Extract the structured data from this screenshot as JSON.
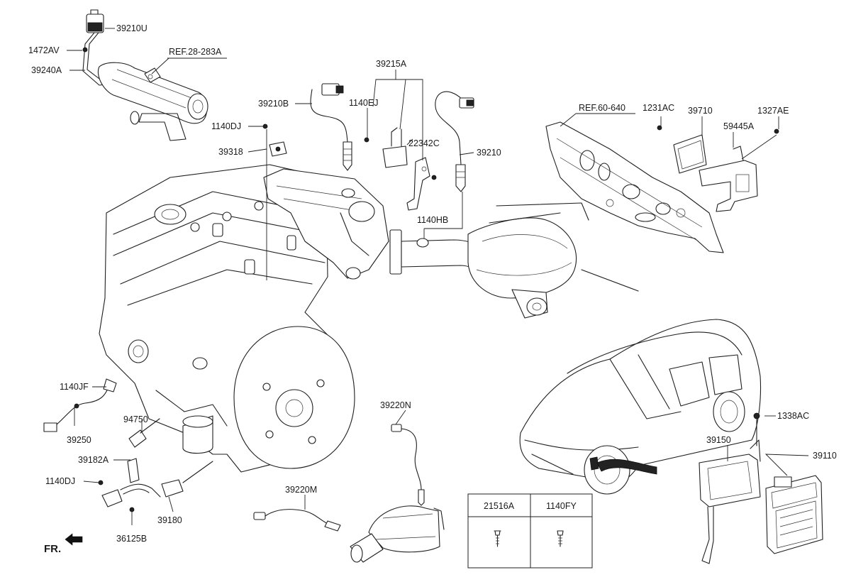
{
  "direction_label": "FR.",
  "part_labels": {
    "p39210U": "39210U",
    "p1472AV": "1472AV",
    "p39240A": "39240A",
    "ref28283A": "REF.28-283A",
    "p39215A": "39215A",
    "p39210B": "39210B",
    "p1140EJ": "1140EJ",
    "p1140DJ_top": "1140DJ",
    "p22342C": "22342C",
    "p39318": "39318",
    "p39210": "39210",
    "p1140HB": "1140HB",
    "ref60640": "REF.60-640",
    "p1231AC": "1231AC",
    "p39710": "39710",
    "p1327AE": "1327AE",
    "p59445A": "59445A",
    "p1140JF": "1140JF",
    "p39250": "39250",
    "p94750": "94750",
    "p39182A": "39182A",
    "p1140DJ_bottom": "1140DJ",
    "p36125B": "36125B",
    "p39180": "39180",
    "p39220N": "39220N",
    "p39220M": "39220M",
    "p1338AC": "1338AC",
    "p39150": "39150",
    "p39110": "39110"
  },
  "fastener_table": {
    "columns": [
      "21516A",
      "1140FY"
    ]
  }
}
